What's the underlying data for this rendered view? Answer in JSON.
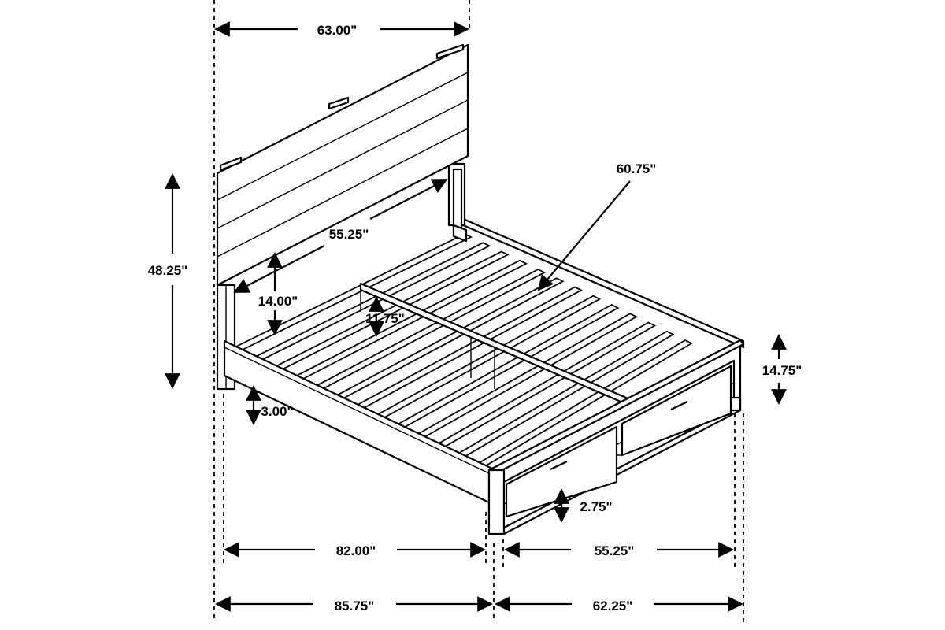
{
  "dimensions": {
    "headboard_width": "63.00\"",
    "headboard_height": "48.25\"",
    "headboard_inner_width": "55.25\"",
    "headboard_panel_height": "14.00\"",
    "side_rail_height": "11.75\"",
    "diagonal": "60.75\"",
    "footboard_height": "14.75\"",
    "leg_clearance": "3.00\"",
    "drawer_clearance": "2.75\"",
    "inner_length": "82.00\"",
    "drawer_span": "55.25\"",
    "overall_length": "85.75\"",
    "overall_width": "62.25\""
  }
}
